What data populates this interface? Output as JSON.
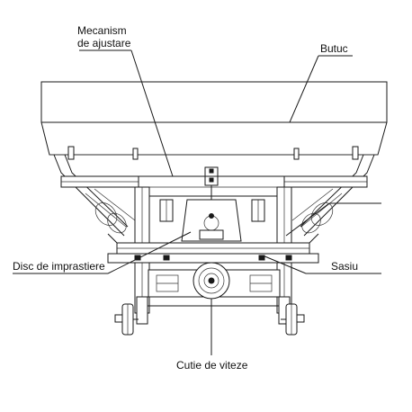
{
  "labels": {
    "adjust_mechanism_line1": "Mecanism",
    "adjust_mechanism_line2": "de ajustare",
    "hub": "Butuc",
    "spreading_disc": "Disc de imprastiere",
    "chassis": "Sasiu",
    "gearbox": "Cutie de viteze"
  }
}
